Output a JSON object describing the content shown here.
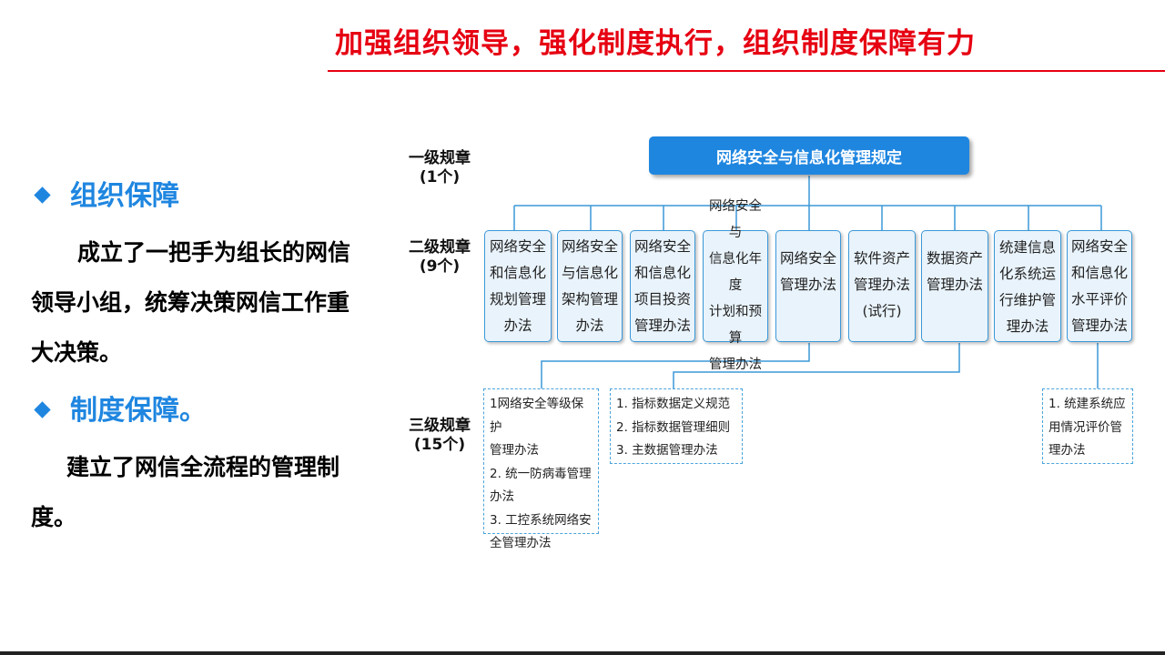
{
  "slide": {
    "title": "加强组织领导，强化制度执行，组织制度保障有力"
  },
  "left": {
    "section1": {
      "heading": "组织保障",
      "body": "　成立了一把手为组长的网信领导小组，统筹决策网信工作重大决策。"
    },
    "section2": {
      "heading": "制度保障。",
      "body": "　建立了网信全流程的管理制度。"
    }
  },
  "diagram": {
    "level1": {
      "label_line1": "一级规章",
      "label_line2": "(1个)"
    },
    "level2": {
      "label_line1": "二级规章",
      "label_line2": "(9个)"
    },
    "level3": {
      "label_line1": "三级规章",
      "label_line2": "(15个)"
    },
    "top_node": "网络安全与信息化管理规定",
    "level2_nodes": [
      [
        "网络安全",
        "和信息化",
        "规划管理",
        "办法"
      ],
      [
        "网络安全",
        "与信息化",
        "架构管理",
        "办法"
      ],
      [
        "网络安全",
        "和信息化",
        "项目投资",
        "管理办法"
      ],
      [
        "网络安全与",
        "信息化年度",
        "计划和预算",
        "管理办法"
      ],
      [
        "网络安全",
        "管理办法"
      ],
      [
        "软件资产",
        "管理办法",
        "(试行)"
      ],
      [
        "数据资产",
        "管理办法"
      ],
      [
        "统建信息",
        "化系统运",
        "行维护管",
        "理办法"
      ],
      [
        "网络安全",
        "和信息化",
        "水平评价",
        "管理办法"
      ]
    ],
    "level3_groups": [
      [
        "1网络安全等级保护",
        "管理办法",
        "2. 统一防病毒管理",
        "办法",
        "3. 工控系统网络安",
        "全管理办法"
      ],
      [
        "1. 指标数据定义规范",
        "2. 指标数据管理细则",
        "3. 主数据管理办法"
      ],
      [
        "1. 统建系统应",
        "用情况评价管",
        "理办法"
      ]
    ]
  },
  "colors": {
    "title": "#e60012",
    "accent_blue": "#1f86e0",
    "node_border": "#3b98d8",
    "node_fill": "#e9f3fb"
  }
}
